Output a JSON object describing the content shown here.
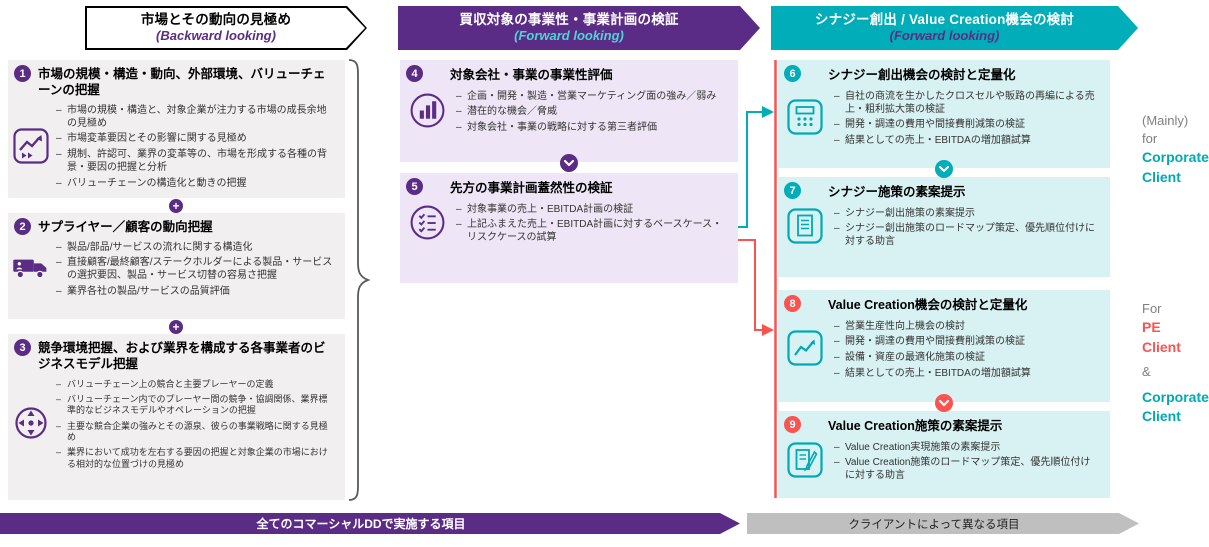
{
  "headers": [
    {
      "title": "市場とその動向の見極め",
      "subtitle": "(Backward looking)"
    },
    {
      "title": "買収対象の事業性・事業計画の検証",
      "subtitle": "(Forward looking)"
    },
    {
      "title": "シナジー創出 / Value Creation機会の検討",
      "subtitle": "(Forward looking)"
    }
  ],
  "items": {
    "i1": {
      "number": "1",
      "title": "市場の規模・構造・動向、外部環境、バリューチェーンの把握",
      "icon": "trend-arrow-icon",
      "bullets": [
        "市場の規模・構造と、対象企業が注力する市場の成長余地の見極め",
        "市場変革要因とその影響に関する見極め",
        "規制、許認可、業界の変革等の、市場を形成する各種の背景・要因の把握と分析",
        "バリューチェーンの構造化と動きの把握"
      ]
    },
    "i2": {
      "number": "2",
      "title": "サプライヤー／顧客の動向把握",
      "icon": "truck-icon",
      "bullets": [
        "製品/部品/サービスの流れに関する構造化",
        "直接顧客/最終顧客/ステークホルダーによる製品・サービスの選択要因、製品・サービス切替の容易さ把握",
        "業界各社の製品/サービスの品質評価"
      ]
    },
    "i3": {
      "number": "3",
      "title": "競争環境把握、および業界を構成する各事業者のビジネスモデル把握",
      "icon": "compass-icon",
      "bullets": [
        "バリューチェーン上の競合と主要プレーヤーの定義",
        "バリューチェーン内でのプレーヤー間の競争・協調関係、業界標準的なビジネスモデルやオペレーションの把握",
        "主要な競合企業の強みとその源泉、彼らの事業戦略に関する見極め",
        "業界において成功を左右する要因の把握と対象企業の市場における相対的な位置づけの見極め"
      ]
    },
    "i4": {
      "number": "4",
      "title": "対象会社・事業の事業性評価",
      "icon": "bar-chart-icon",
      "bullets": [
        "企画・開発・製造・営業マーケティング面の強み／弱み",
        "潜在的な機会／脅威",
        "対象会社・事業の戦略に対する第三者評価"
      ]
    },
    "i5": {
      "number": "5",
      "title": "先方の事業計画蓋然性の検証",
      "icon": "checklist-icon",
      "bullets": [
        "対象事業の売上・EBITDA計画の検証",
        "上記ふまえた売上・EBITDA計画に対するベースケース・リスクケースの試算"
      ]
    },
    "i6": {
      "number": "6",
      "title": "シナジー創出機会の検討と定量化",
      "icon": "calculator-icon",
      "bullets": [
        "自社の商流を生かしたクロスセルや販路の再編による売上・粗利拡大策の検証",
        "開発・調達の費用や間接費削減策の検証",
        "結果としての売上・EBITDAの増加額試算"
      ]
    },
    "i7": {
      "number": "7",
      "title": "シナジー施策の素案提示",
      "icon": "document-icon",
      "bullets": [
        "シナジー創出施策の素案提示",
        "シナジー創出施策のロードマップ策定、優先順位付けに対する助言"
      ]
    },
    "i8": {
      "number": "8",
      "title": "Value Creation機会の検討と定量化",
      "icon": "line-chart-icon",
      "bullets": [
        "営業生産性向上機会の検討",
        "開発・調達の費用や間接費削減策の検証",
        "設備・資産の最適化施策の検証",
        "結果としての売上・EBITDAの増加額試算"
      ]
    },
    "i9": {
      "number": "9",
      "title": "Value Creation施策の素案提示",
      "icon": "document-edit-icon",
      "bullets": [
        "Value Creation実現施策の素案提示",
        "Value Creation施策のロードマップ策定、優先順位付けに対する助言"
      ]
    }
  },
  "plus": "+",
  "annotations": {
    "mainly_for": {
      "prefix1": "(Mainly)",
      "prefix2": "for",
      "client1": "Corporate",
      "client2": "Client"
    },
    "for_pe": {
      "prefix": "For",
      "pe1": "PE",
      "pe2": "Client",
      "amp": "&",
      "corp1": "Corporate",
      "corp2": "Client"
    }
  },
  "bottom_arrows": {
    "common": "全てのコマーシャルDDで実施する項目",
    "varies": "クライアントによって異なる項目"
  },
  "colors": {
    "purple": "#5B2C86",
    "teal": "#00ADB9",
    "coral": "#FB5350",
    "light_purple": "#EEE6F6",
    "light_teal": "#D8F1F2",
    "light_gray": "#F1EFEF",
    "gray_arrow": "#BFBFBF"
  }
}
